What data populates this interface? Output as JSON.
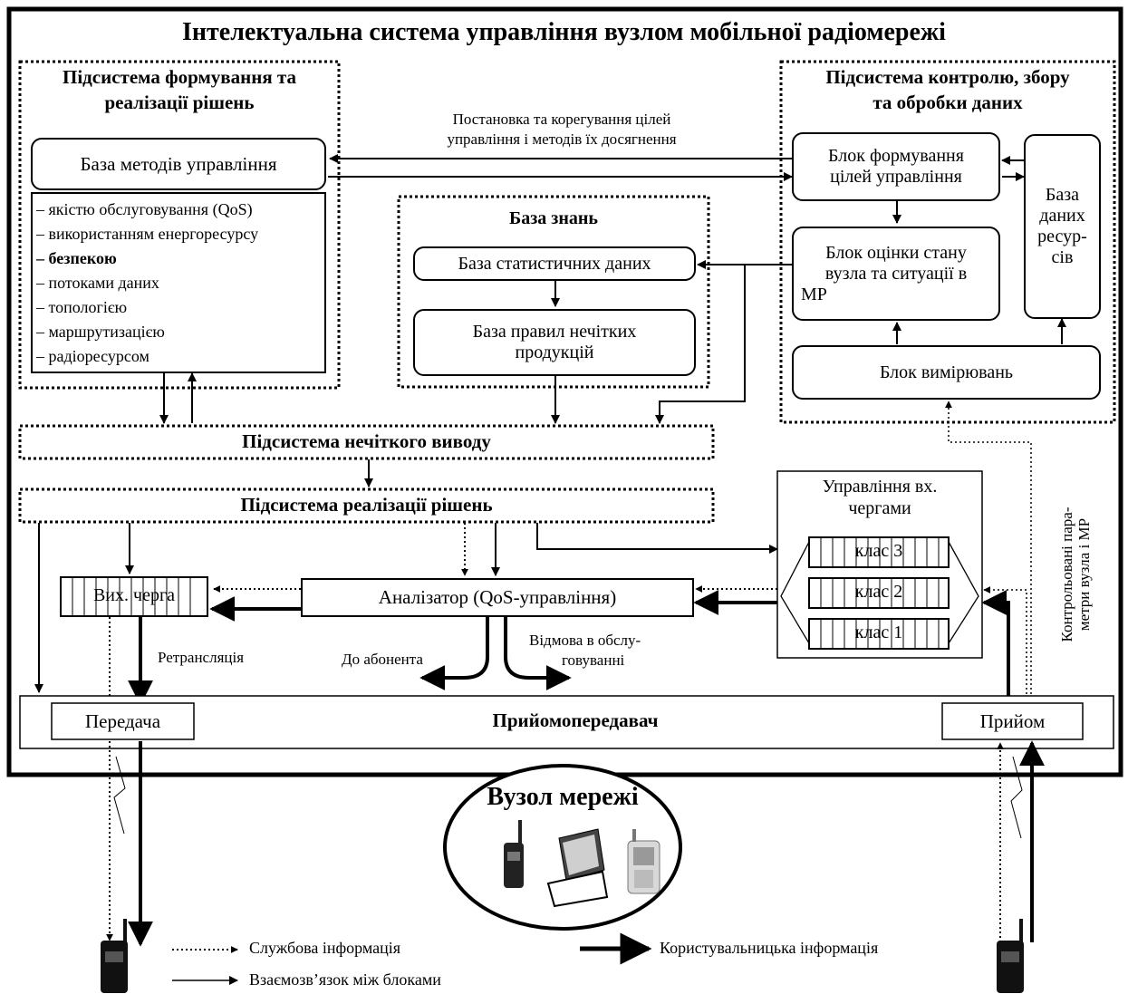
{
  "title": "Інтелектуальна система управління вузлом мобільної радіомережі",
  "left_subsystem": {
    "title_line1": "Підсистема формування та",
    "title_line2": "реалізації рішень",
    "methods_base": "База методів управління",
    "methods": [
      "– якістю обслуговування (QoS)",
      "– використанням енергоресурсу",
      "– безпекою",
      "– потоками даних",
      "– топологією",
      "– маршрутизацією",
      "– радіоресурсом"
    ]
  },
  "goal_setting_label_line1": "Постановка та корегування цілей",
  "goal_setting_label_line2": "управління і методів їх досягнення",
  "knowledge_base": {
    "title": "База знань",
    "statistics": "База статистичних даних",
    "rules_line1": "База правил нечітких",
    "rules_line2": "продукцій"
  },
  "right_subsystem": {
    "title_line1": "Підсистема контролю, збору",
    "title_line2": "та обробки даних",
    "goals_block_line1": "Блок формування",
    "goals_block_line2": "цілей управління",
    "state_block_line1": "Блок оцінки стану",
    "state_block_line2": "вузла та ситуації в",
    "state_block_line3": "МР",
    "resources_db_line1": "База",
    "resources_db_line2": "даних",
    "resources_db_line3": "ресур-",
    "resources_db_line4": "сів",
    "measurement_block": "Блок вимірювань"
  },
  "fuzzy_inference": "Підсистема нечіткого виводу",
  "decision_implementation": "Підсистема реалізації рішень",
  "input_queues": {
    "title_line1": "Управління вх.",
    "title_line2": "чергами",
    "classes": [
      "клас 3",
      "клас 2",
      "клас 1"
    ]
  },
  "output_queue": "Вих. черга",
  "analyzer": "Аналізатор (QoS-управління)",
  "retransmission": "Ретрансляція",
  "to_subscriber": "До абонента",
  "refusal_line1": "Відмова в обслу-",
  "refusal_line2": "говуванні",
  "transceiver": {
    "title": "Прийомопередавач",
    "transmit": "Передача",
    "receive": "Прийом"
  },
  "controlled_params_line1": "Контрольовані пара-",
  "controlled_params_line2": "метри вузла і МР",
  "network_node": "Вузол мережі",
  "legend": {
    "service_info": "Службова інформація",
    "user_info": "Користувальницька інформація",
    "block_interaction": "Взаємозв’язок між блоками"
  }
}
